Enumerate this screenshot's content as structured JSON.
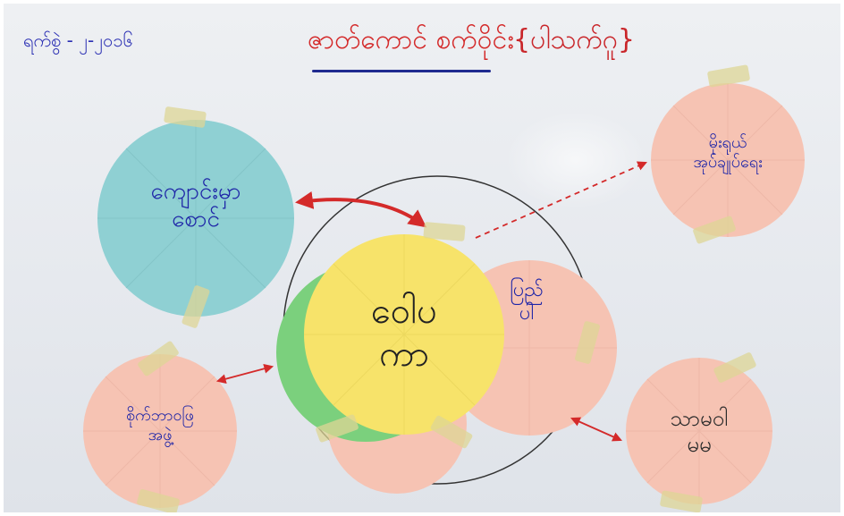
{
  "poster": {
    "date_label": "ရက်စွဲ - ၂-၂၀၁၆",
    "title": "ဇာတ်ကောင် စက်ဝိုင်း",
    "title_note": "{ပါသက်ဂူ}"
  },
  "circles": [
    {
      "id": "top-left",
      "text": "ကျောင်းမှာ\nစောင်",
      "color": "#8fd0d3"
    },
    {
      "id": "top-right",
      "text": "မိုးရုယ်\nအုပ်ချုပ်ရေး",
      "color": "#f6c3b3"
    },
    {
      "id": "center",
      "text": "ဝေါပ\nကာ",
      "color": "#f7e36a"
    },
    {
      "id": "bottom-left",
      "text": "စိုက်ဘာဝဖြ\nအဖွဲ့",
      "color": "#f6c3b3"
    },
    {
      "id": "bottom-right",
      "text": "သာမဝါ\nမမ",
      "color": "#f6c3b3"
    },
    {
      "id": "middle-right",
      "text": "ပြည်\nပါ",
      "color": "#f6c3b3"
    }
  ],
  "colors": {
    "ink_blue": "#2a2fb3",
    "ink_red": "#d42a2a",
    "tape": "#ded696"
  }
}
